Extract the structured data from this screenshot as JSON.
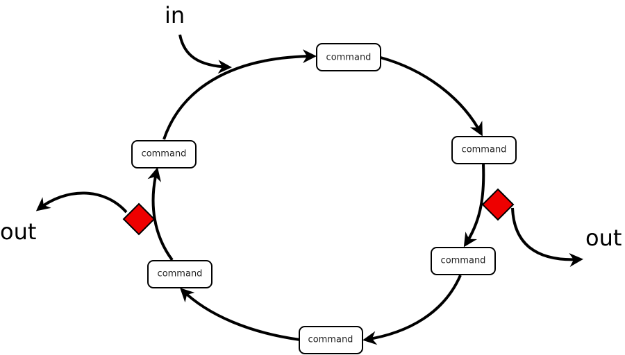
{
  "diagram": {
    "title": "",
    "labels": {
      "in": "in",
      "out_left": "out",
      "out_right": "out"
    },
    "nodes": [
      {
        "id": "n-top",
        "label": "command"
      },
      {
        "id": "n-right-upper",
        "label": "command"
      },
      {
        "id": "n-right-lower",
        "label": "command"
      },
      {
        "id": "n-bottom",
        "label": "command"
      },
      {
        "id": "n-left-lower",
        "label": "command"
      },
      {
        "id": "n-left-upper",
        "label": "command"
      }
    ],
    "edges": [
      {
        "from": "n-top",
        "to": "n-right-upper"
      },
      {
        "from": "n-right-upper",
        "to": "n-right-lower"
      },
      {
        "from": "n-right-lower",
        "to": "n-bottom"
      },
      {
        "from": "n-bottom",
        "to": "n-left-lower"
      },
      {
        "from": "n-left-lower",
        "to": "n-left-upper"
      },
      {
        "from": "n-left-upper",
        "to": "n-top"
      },
      {
        "from": "in",
        "to": "loop"
      },
      {
        "from": "decision-left",
        "to": "out_left"
      },
      {
        "from": "decision-right",
        "to": "out_right"
      }
    ],
    "decisions": [
      {
        "id": "decision-left",
        "shape": "diamond"
      },
      {
        "id": "decision-right",
        "shape": "diamond"
      }
    ],
    "colors": {
      "decision_fill": "#ee0000",
      "stroke": "#000000",
      "node_fill": "#ffffff"
    }
  }
}
